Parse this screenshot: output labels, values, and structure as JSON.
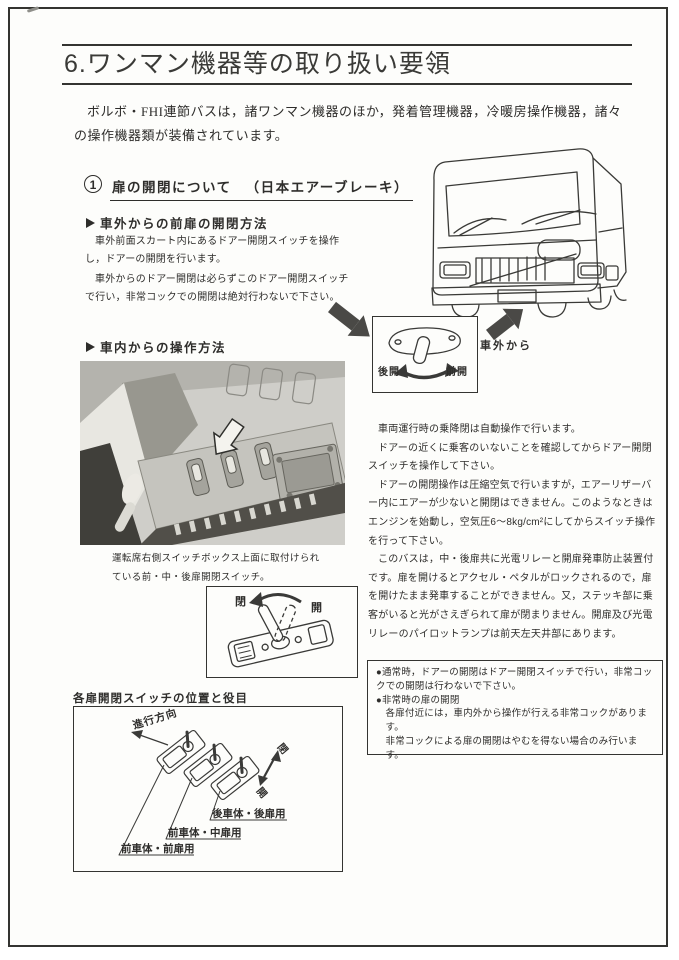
{
  "page": {
    "title": "6.ワンマン機器等の取り扱い要領",
    "intro": "ボルボ・FHI連節バスは，諸ワンマン機器のほか，発着管理機器，冷暖房操作機器，諸々の操作機器類が装備されています。"
  },
  "section1": {
    "number": "1",
    "title": "扉の開閉について",
    "note": "（日本エアーブレーキ）"
  },
  "exterior": {
    "heading": "車外からの前扉の開閉方法",
    "para1": "車外前面スカート内にあるドアー開閉スイッチを操作し，ドアーの開閉を行います。",
    "para2": "車外からのドアー開閉は必らずこのドアー開閉スイッチで行い，非常コックでの開閉は絶対行わないで下さい。",
    "switch_label_left": "後開",
    "switch_label_right": "前開",
    "arrow_label": "車外から"
  },
  "interior": {
    "heading": "車内からの操作方法",
    "caption_line1": "運転席右側スイッチボックス上面に取付けられ",
    "caption_line2": "ている前・中・後扉開閉スイッチ。",
    "lever_close": "閉",
    "lever_open": "開"
  },
  "operation": {
    "para1": "車両運行時の乗降閉は自動操作で行います。",
    "para2": "ドアーの近くに乗客のいないことを確認してからドアー開閉スイッチを操作して下さい。",
    "para3": "ドアーの開閉操作は圧縮空気で行いますが，エアーリザーバー内にエアーが少ないと開閉はできません。このようなときはエンジンを始動し，空気圧6〜8kg/cm²にしてからスイッチ操作を行って下さい。",
    "para4": "このバスは，中・後扉共に光電リレーと開扉発車防止装置付です。扉を開けるとアクセル・ペタルがロックされるので，扉を開けたまま発車することができません。又，ステッキ部に乗客がいると光がさえぎられて扉が閉まりません。開扉及び光電リレーのパイロットランプは前天左天井部にあります。"
  },
  "notes": {
    "item1": "●通常時，ドアーの開閉はドアー開閉スイッチで行い，非常コックでの開閉は行わないで下さい。",
    "item2_title": "●非常時の扉の開閉",
    "item2_line1": "各扉付近には，車内外から操作が行える非常コックがあります。",
    "item2_line2": "非常コックによる扉の開閉はやむを得ない場合のみ行います。"
  },
  "positions": {
    "heading": "各扉開閉スイッチの位置と役目",
    "direction": "進行方向",
    "close": "閉",
    "open": "開",
    "label_rear": "後車体・後扉用",
    "label_mid": "前車体・中扉用",
    "label_front": "前車体・前扉用"
  },
  "colors": {
    "ink": "#2e2d2b",
    "paper": "#fdfdfb",
    "arrow_fill": "#4a4946"
  }
}
